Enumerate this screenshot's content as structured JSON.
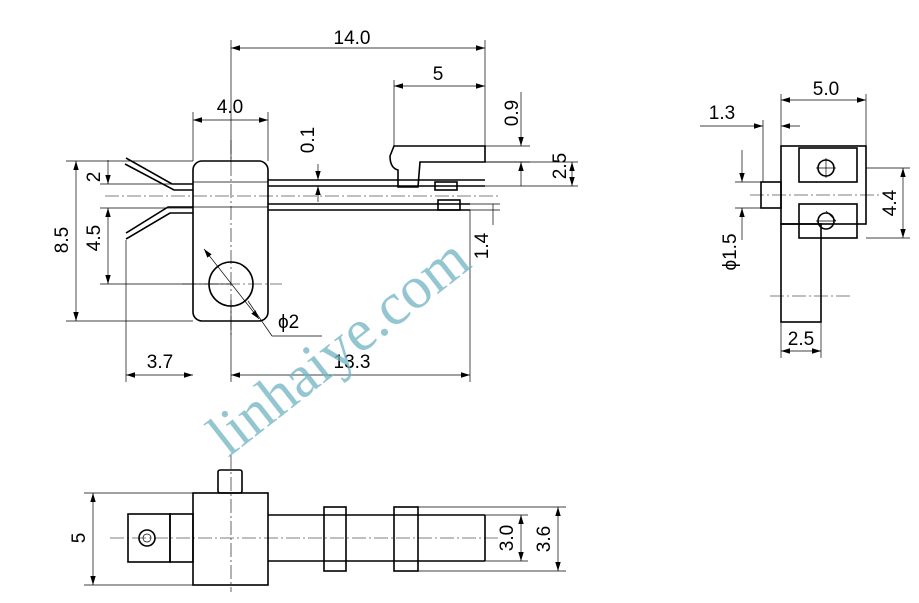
{
  "watermark": "linhaiye.com",
  "dimensions": {
    "overall_length": "14.0",
    "actuator_width": "5",
    "body_width": "4.0",
    "actuator_height": "0.9",
    "gap": "0.1",
    "actuator_drop": "2.5",
    "terminal_pitch": "2",
    "overall_height": "8.5",
    "terminal_offset": "4.5",
    "lever_offset": "1.4",
    "hole_diameter": "ϕ2",
    "terminal_reach": "3.7",
    "hole_to_tip": "13.3",
    "end_width": "5.0",
    "pin_offset": "1.3",
    "pin_diameter": "ϕ1.5",
    "end_height": "4.4",
    "base_width": "2.5",
    "bottom_height": "5",
    "lever_width": "3.0",
    "tip_width": "3.6"
  }
}
